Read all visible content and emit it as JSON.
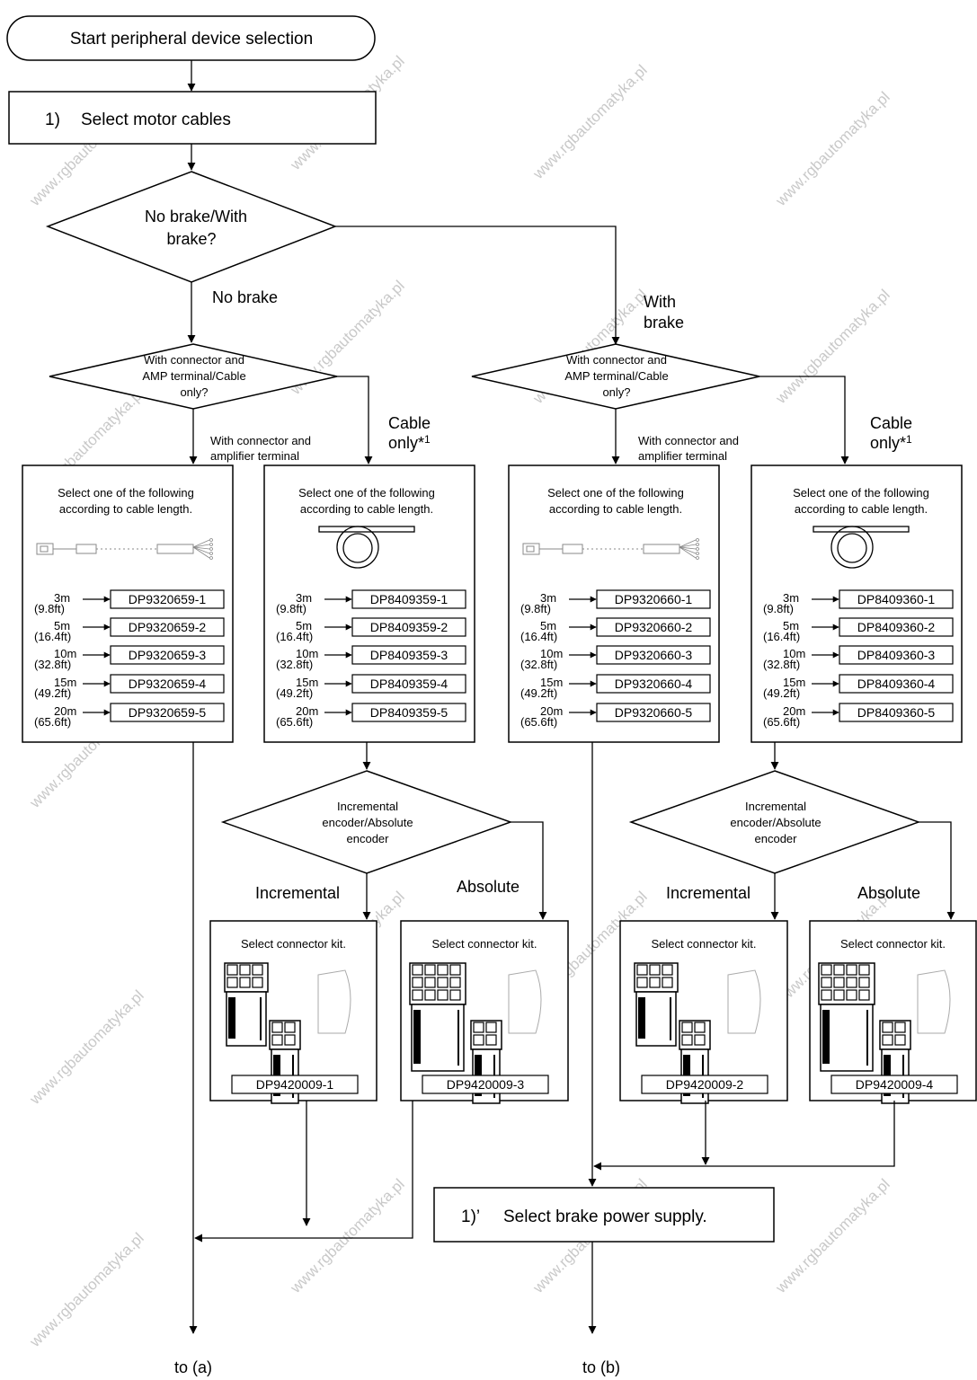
{
  "start": "Start peripheral device selection",
  "step1": {
    "num": "1)",
    "text": "Select motor cables"
  },
  "brake_decision": {
    "line1": "No brake/With",
    "line2": "brake?"
  },
  "no_brake_label": "No brake",
  "with_brake_label": {
    "line1": "With",
    "line2": "brake"
  },
  "connector_decision": {
    "line1": "With connector and",
    "line2": "AMP terminal/Cable",
    "line3": "only?"
  },
  "with_connector_label": {
    "line1": "With connector and",
    "line2": "amplifier terminal"
  },
  "cable_only_label": {
    "line1": "Cable",
    "line2": "only*",
    "sup": "1"
  },
  "select_length": {
    "line1": "Select one of the following",
    "line2": "according to cable length."
  },
  "lengths": [
    {
      "m": "3m",
      "ft": "(9.8ft)"
    },
    {
      "m": "5m",
      "ft": "(16.4ft)"
    },
    {
      "m": "10m",
      "ft": "(32.8ft)"
    },
    {
      "m": "15m",
      "ft": "(49.2ft)"
    },
    {
      "m": "20m",
      "ft": "(65.6ft)"
    }
  ],
  "parts": {
    "a": [
      "DP9320659-1",
      "DP9320659-2",
      "DP9320659-3",
      "DP9320659-4",
      "DP9320659-5"
    ],
    "b": [
      "DP8409359-1",
      "DP8409359-2",
      "DP8409359-3",
      "DP8409359-4",
      "DP8409359-5"
    ],
    "c": [
      "DP9320660-1",
      "DP9320660-2",
      "DP9320660-3",
      "DP9320660-4",
      "DP9320660-5"
    ],
    "d": [
      "DP8409360-1",
      "DP8409360-2",
      "DP8409360-3",
      "DP8409360-4",
      "DP8409360-5"
    ]
  },
  "encoder_decision": {
    "line1": "Incremental",
    "line2": "encoder/Absolute",
    "line3": "encoder"
  },
  "incremental_label": "Incremental",
  "absolute_label": "Absolute",
  "select_kit": "Select connector kit.",
  "kits": [
    "DP9420009-1",
    "DP9420009-3",
    "DP9420009-2",
    "DP9420009-4"
  ],
  "brake_supply": {
    "num": "1)’",
    "text": "Select brake power supply."
  },
  "to_a": "to (a)",
  "to_b": "to (b)",
  "watermark": "www.rgbautomatyka.pl"
}
